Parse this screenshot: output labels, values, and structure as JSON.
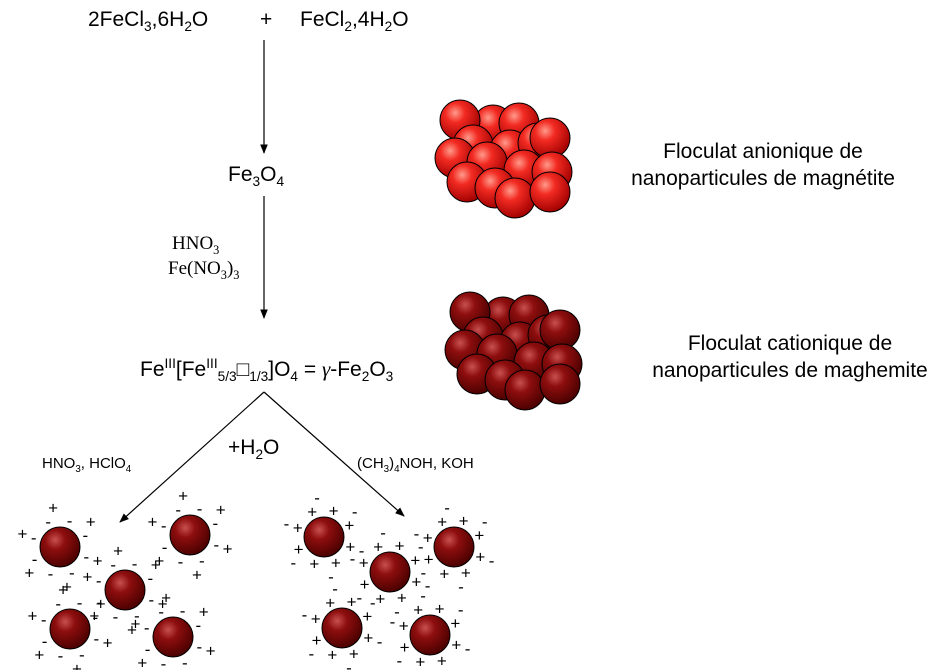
{
  "reagents": {
    "fecl3": {
      "a": "2FeCl",
      "b": "3",
      "c": ",6H",
      "d": "2",
      "e": "O"
    },
    "plus": "+",
    "fecl2": {
      "a": "FeCl",
      "b": "2",
      "c": ",4H",
      "d": "2",
      "e": "O"
    }
  },
  "magnetite": {
    "a": "Fe",
    "b": "3",
    "c": "O",
    "d": "4"
  },
  "oxidation": {
    "line1": {
      "a": "HNO",
      "b": "3"
    },
    "line2": {
      "a": "Fe(NO",
      "b": "3",
      "c": ")",
      "d": "3"
    }
  },
  "maghemite": {
    "a": "Fe",
    "b": "III",
    "c": "[Fe",
    "d": "III",
    "e": "5/3",
    "f": "□",
    "g": "1/3",
    "h": "]O",
    "i": "4",
    "j": " = ",
    "k": "γ",
    "l": "-Fe",
    "m": "2",
    "n": "O",
    "o": "3"
  },
  "water": {
    "a": "+H",
    "b": "2",
    "c": "O"
  },
  "acid": {
    "a": "HNO",
    "b": "3",
    "c": ", HClO",
    "d": "4"
  },
  "base": {
    "a": "(CH",
    "b": "3",
    "c": ")",
    "d": "4",
    "e": "NOH, KOH"
  },
  "legend": {
    "anionic": [
      "Floculat anionique de",
      "nanoparticules de magnétite"
    ],
    "cationic": [
      "Floculat cationique de",
      "nanoparticules de maghemite"
    ]
  },
  "charges": {
    "minus": "-",
    "plus": "+"
  },
  "colors": {
    "magnetite_particle": "#e8141c",
    "maghemite_particle": "#8a0a0a",
    "line": "#000000"
  }
}
